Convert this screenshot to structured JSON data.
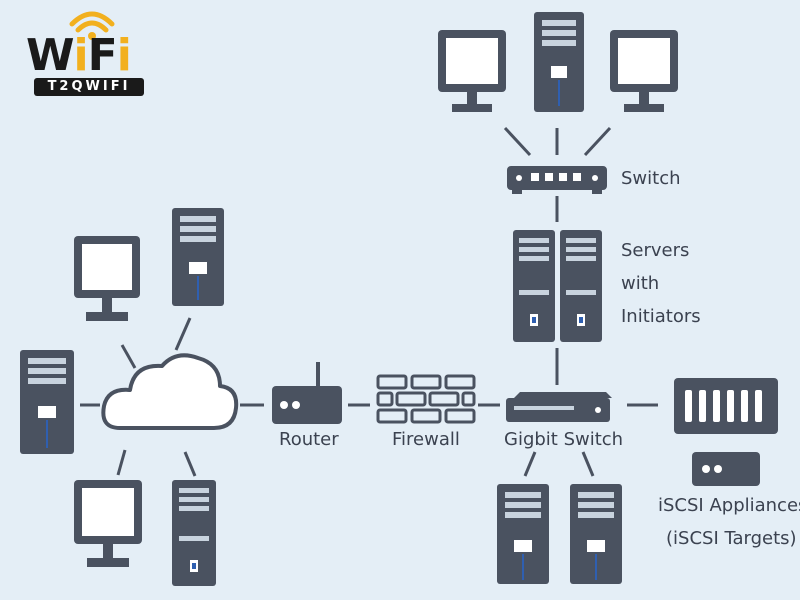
{
  "logo": {
    "wordmark": "WiFi",
    "tagline": "T2QWIFI",
    "colors": {
      "dark": "#1a1a1a",
      "accent": "#f2b01e"
    }
  },
  "labels": {
    "switch": "Switch",
    "servers": [
      "Servers",
      "with",
      "Initiators"
    ],
    "router": "Router",
    "firewall": "Firewall",
    "gigabit_switch": "Gigbit Switch",
    "iscsi": [
      "iSCSI Appliances",
      "(iSCSI Targets)"
    ]
  },
  "colors": {
    "device": "#4a5260",
    "screen": "#ffffff",
    "background": "#e4eef6",
    "led": "#2f5fb0"
  }
}
